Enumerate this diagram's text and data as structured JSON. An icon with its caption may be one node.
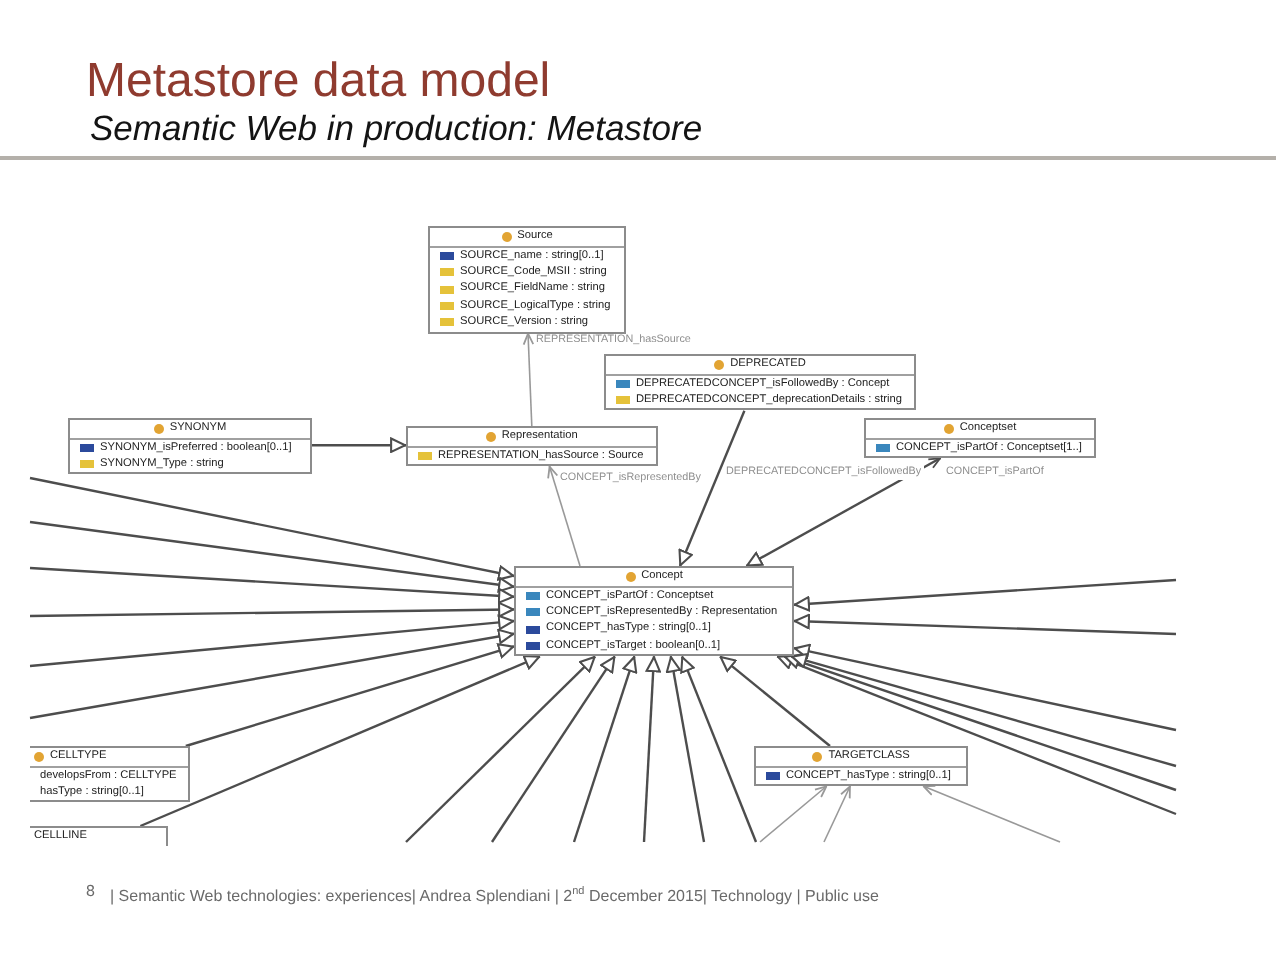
{
  "diagram": {
    "title": "Metastore data model",
    "nodes": [
      {
        "text": [
          "Source",
          "SOURCE_name : string[0..1]",
          "SOURCE_Code_MSII : string",
          "SOURCE_FieldName : string",
          "SOURCE_LogicalType : string",
          "SOURCE_Version : string"
        ]
      },
      {
        "text": [
          "DEPRECATED",
          "DEPRECATEDCONCEPT_isFollowedBy : Concept",
          "DEPRECATEDCONCEPT_deprecationDetails : string"
        ]
      },
      {
        "text": [
          "SYNONYM",
          "SYNONYM_isPreferred : boolean[0..1]",
          "SYNONYM_Type : string"
        ]
      },
      {
        "text": [
          "Representation",
          "REPRESENTATION_hasSource : Source"
        ]
      },
      {
        "text": [
          "Conceptset",
          "CONCEPT_isPartOf : Conceptset[1..]"
        ]
      },
      {
        "text": [
          "Concept",
          "CONCEPT_isPartOf : Conceptset",
          "CONCEPT_isRepresentedBy : Representation",
          "CONCEPT_hasType : string[0..1]",
          "CONCEPT_isTarget : boolean[0..1]"
        ]
      },
      {
        "text": [
          "CELLTYPE",
          "developsFrom : CELLTYPE",
          "hasType : string[0..1]"
        ]
      },
      {
        "text": [
          "TARGETCLASS",
          "CONCEPT_hasType : string[0..1]"
        ]
      },
      {
        "text": [
          "CELLLINE"
        ]
      }
    ],
    "edges": [
      {
        "from": 3,
        "to": 0,
        "arrow": "to",
        "label": "REPRESENTATION_hasSource",
        "color": "#999999"
      },
      {
        "from": 2,
        "to": 3,
        "arrow": "to"
      },
      {
        "from": 5,
        "to": 3,
        "arrow": "to",
        "label": "CONCEPT_isRepresentedBy",
        "color": "#999999"
      },
      {
        "from": 1,
        "to": 5,
        "arrow": "to",
        "label": "DEPRECATEDCONCEPT_isFollowedBy"
      },
      {
        "from": 4,
        "to": 5,
        "arrow": "both",
        "label": "CONCEPT_isPartOf"
      },
      {
        "from": 6,
        "to": 5,
        "arrow": "to"
      },
      {
        "from": 8,
        "to": 5,
        "arrow": "to"
      },
      {
        "from": 7,
        "to": 5,
        "arrow": "to"
      },
      {
        "from": null,
        "to": 5,
        "arrow": "to"
      },
      {
        "from": null,
        "to": 5,
        "arrow": "to"
      },
      {
        "from": null,
        "to": 5,
        "arrow": "to"
      },
      {
        "from": null,
        "to": 5,
        "arrow": "to"
      },
      {
        "from": null,
        "to": 5,
        "arrow": "to"
      },
      {
        "from": null,
        "to": 5,
        "arrow": "to"
      },
      {
        "from": null,
        "to": 5,
        "arrow": "to"
      },
      {
        "from": null,
        "to": 5,
        "arrow": "to"
      },
      {
        "from": null,
        "to": 5,
        "arrow": "to"
      },
      {
        "from": null,
        "to": 5,
        "arrow": "to"
      },
      {
        "from": null,
        "to": 5,
        "arrow": "to"
      },
      {
        "from": null,
        "to": 5,
        "arrow": "to"
      },
      {
        "from": null,
        "to": 5,
        "arrow": "to"
      },
      {
        "from": null,
        "to": 5,
        "arrow": "to"
      },
      {
        "from": null,
        "to": 5,
        "arrow": "to"
      },
      {
        "from": null,
        "to": 5,
        "arrow": "to"
      },
      {
        "from": null,
        "to": 5,
        "arrow": "to"
      },
      {
        "from": null,
        "to": 5,
        "arrow": "to"
      },
      {
        "from": null,
        "to": 7,
        "arrow": "to",
        "color": "#999999"
      },
      {
        "from": null,
        "to": 7,
        "arrow": "to",
        "color": "#999999"
      },
      {
        "from": null,
        "to": 7,
        "arrow": "to",
        "color": "#999999"
      }
    ],
    "labels": [
      "Semantic Web in production: Metastore",
      "8",
      "| Semantic Web technologies: experiences| Andrea Splendiani | 2$^{nd}$ December 2015| Technology | Public use"
    ]
  }
}
